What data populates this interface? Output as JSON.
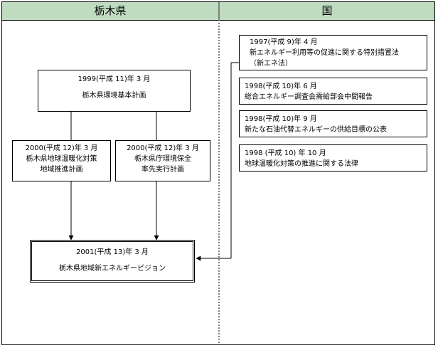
{
  "headers": {
    "left": "栃木県",
    "right": "国"
  },
  "plan_1999": {
    "date": "1999(平成 11)年 3 月",
    "title": "栃木県環境基本計画"
  },
  "plan_2000_a": {
    "date": "2000(平成 12)年 3 月",
    "line1": "栃木県地球温暖化対策",
    "line2": "地域推進計画"
  },
  "plan_2000_b": {
    "date": "2000(平成 12)年 3 月",
    "line1": "栃木県庁環境保全",
    "line2": "率先実行計画"
  },
  "vision_2001": {
    "date": "2001(平成 13)年 3 月",
    "title": "栃木県地域新エネルギービジョン"
  },
  "national": [
    {
      "date": "1997(平成 9)年 4 月",
      "line1": "新エネルギー利用等の促進に関する特別措置法",
      "line2": "（新エネ法）"
    },
    {
      "date": "1998(平成 10)年 6 月",
      "line1": "総合エネルギー調査会需給部会中間報告"
    },
    {
      "date": "1998(平成 10)年 9 月",
      "line1": "新たな石油代替エネルギーの供給目標の公表"
    },
    {
      "date": "1998 (平成 10) 年 10 月",
      "line1": "地球温暖化対策の推進に関する法律"
    }
  ]
}
